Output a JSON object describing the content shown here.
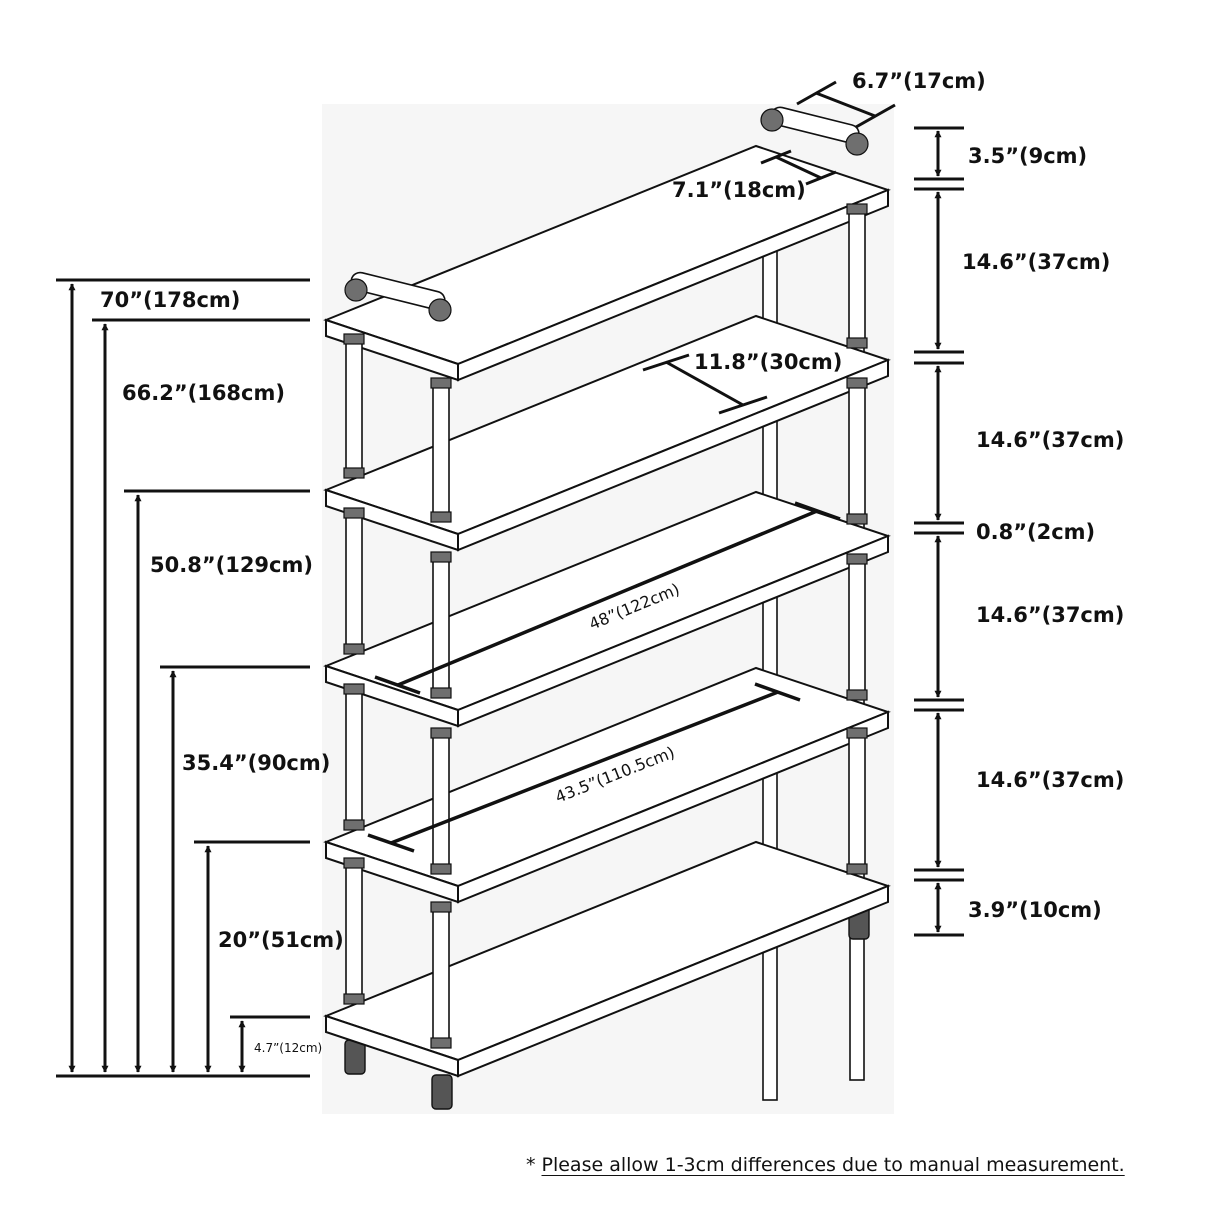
{
  "dimensions": {
    "top_depth": "6.7”(17cm)",
    "top_rail_depth": "7.1”(18cm)",
    "top_rail_height": "3.5”(9cm)",
    "shelf_gap_1": "14.6”(37cm)",
    "shelf_gap_2": "14.6”(37cm)",
    "shelf_thickness": "0.8”(2cm)",
    "shelf_gap_3": "14.6”(37cm)",
    "shelf_gap_4": "14.6”(37cm)",
    "foot_height": "3.9”(10cm)",
    "shelf_depth": "11.8”(30cm)",
    "total_width": "48”(122cm)",
    "inner_width": "43.5”(110.5cm)",
    "total_height": "70”(178cm)",
    "height_shelf_5": "66.2”(168cm)",
    "height_shelf_4": "50.8”(129cm)",
    "height_shelf_3": "35.4”(90cm)",
    "height_shelf_2": "20”(51cm)",
    "height_shelf_1": "4.7”(12cm)"
  },
  "note": {
    "symbol": "*",
    "text": "Please allow 1-3cm differences due to manual measurement."
  }
}
